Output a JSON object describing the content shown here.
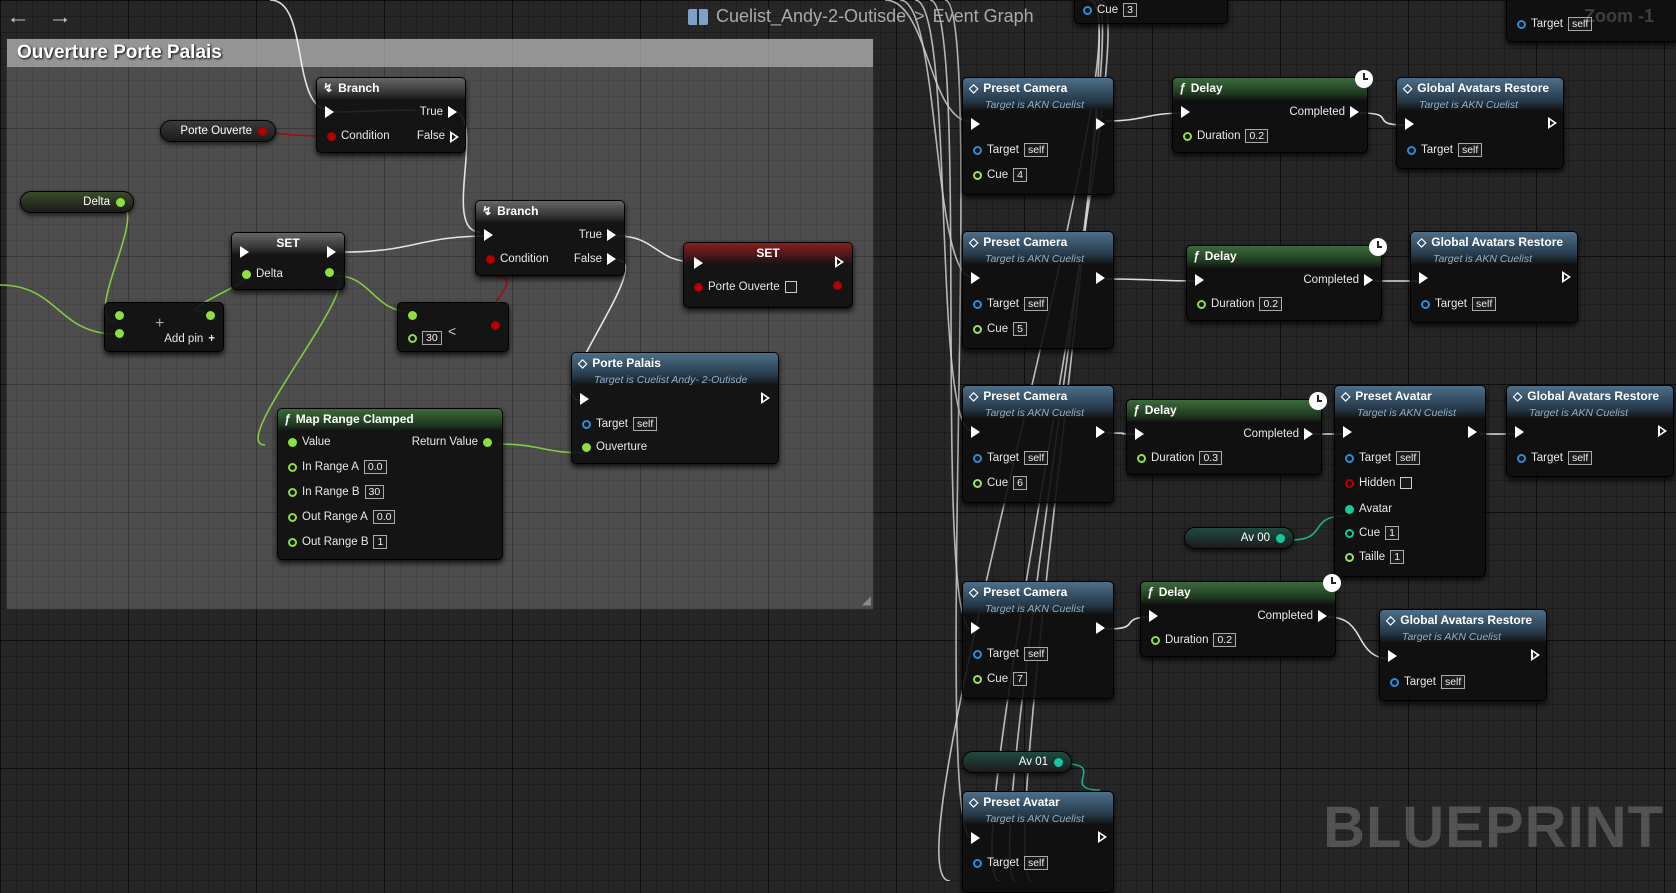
{
  "toolbar": {
    "back_icon": "arrow-left-icon",
    "forward_icon": "arrow-right-icon"
  },
  "breadcrumb": {
    "icon": "blueprint-icon",
    "asset": "Cuelist_Andy-2-Outisde",
    "separator": ">",
    "graph": "Event Graph"
  },
  "zoom_label": "Zoom -1",
  "watermark": "BLUEPRINT",
  "comment": {
    "title": "Ouverture Porte Palais"
  },
  "colors": {
    "exec": "#ffffff",
    "float": "#8de040",
    "bool": "#b00000",
    "object": "#2a8ed8",
    "avatar": "#14c8a0",
    "function_header": "#4d6f89"
  },
  "left": {
    "branch1": {
      "title": "Branch",
      "true_label": "True",
      "false_label": "False",
      "condition_label": "Condition"
    },
    "porte_ouverte_var": "Porte Ouverte",
    "delta_var": "Delta",
    "set1": {
      "title": "SET",
      "pin_label": "Delta"
    },
    "branch2": {
      "title": "Branch",
      "true_label": "True",
      "false_label": "False",
      "condition_label": "Condition"
    },
    "set2": {
      "title": "SET",
      "pin_label": "Porte Ouverte"
    },
    "add": {
      "add_pin_label": "Add pin"
    },
    "compare": {
      "value": "30"
    },
    "map_range": {
      "title": "Map Range Clamped",
      "value_label": "Value",
      "return_label": "Return Value",
      "in_a_label": "In Range A",
      "in_a": "0.0",
      "in_b_label": "In Range B",
      "in_b": "30",
      "out_a_label": "Out Range A",
      "out_a": "0.0",
      "out_b_label": "Out Range B",
      "out_b": "1"
    },
    "porte_palais": {
      "title": "Porte Palais",
      "subtitle": "Target is Cuelist Andy- 2-Outisde",
      "target_label": "Target",
      "target_value": "self",
      "ouverture_label": "Ouverture"
    }
  },
  "right": {
    "cue3_label": "Cue",
    "cue3_value": "3",
    "top_target_label": "Target",
    "top_target_value": "self",
    "rows": [
      {
        "camera": {
          "title": "Preset Camera",
          "subtitle": "Target is AKN Cuelist",
          "target_label": "Target",
          "target_value": "self",
          "cue_label": "Cue",
          "cue_value": "4"
        },
        "delay": {
          "title": "Delay",
          "completed_label": "Completed",
          "duration_label": "Duration",
          "duration_value": "0.2"
        },
        "restore": {
          "title": "Global Avatars Restore",
          "subtitle": "Target is AKN Cuelist",
          "target_label": "Target",
          "target_value": "self"
        }
      },
      {
        "camera": {
          "title": "Preset Camera",
          "subtitle": "Target is AKN Cuelist",
          "target_label": "Target",
          "target_value": "self",
          "cue_label": "Cue",
          "cue_value": "5"
        },
        "delay": {
          "title": "Delay",
          "completed_label": "Completed",
          "duration_label": "Duration",
          "duration_value": "0.2"
        },
        "restore": {
          "title": "Global Avatars Restore",
          "subtitle": "Target is AKN Cuelist",
          "target_label": "Target",
          "target_value": "self"
        }
      },
      {
        "camera": {
          "title": "Preset Camera",
          "subtitle": "Target is AKN Cuelist",
          "target_label": "Target",
          "target_value": "self",
          "cue_label": "Cue",
          "cue_value": "6"
        },
        "delay": {
          "title": "Delay",
          "completed_label": "Completed",
          "duration_label": "Duration",
          "duration_value": "0.3"
        },
        "avatar": {
          "title": "Preset Avatar",
          "subtitle": "Target is AKN Cuelist",
          "target_label": "Target",
          "target_value": "self",
          "hidden_label": "Hidden",
          "avatar_label": "Avatar",
          "cue_label": "Cue",
          "cue_value": "1",
          "taille_label": "Taille",
          "taille_value": "1"
        },
        "restore": {
          "title": "Global Avatars Restore",
          "subtitle": "Target is AKN Cuelist",
          "target_label": "Target",
          "target_value": "self"
        }
      },
      {
        "camera": {
          "title": "Preset Camera",
          "subtitle": "Target is AKN Cuelist",
          "target_label": "Target",
          "target_value": "self",
          "cue_label": "Cue",
          "cue_value": "7"
        },
        "delay": {
          "title": "Delay",
          "completed_label": "Completed",
          "duration_label": "Duration",
          "duration_value": "0.2"
        },
        "restore": {
          "title": "Global Avatars Restore",
          "subtitle": "Target is AKN Cuelist",
          "target_label": "Target",
          "target_value": "self"
        }
      }
    ],
    "av00": "Av 00",
    "av01": "Av 01",
    "bottom_avatar": {
      "title": "Preset Avatar",
      "subtitle": "Target is AKN Cuelist",
      "target_label": "Target",
      "target_value": "self"
    }
  }
}
